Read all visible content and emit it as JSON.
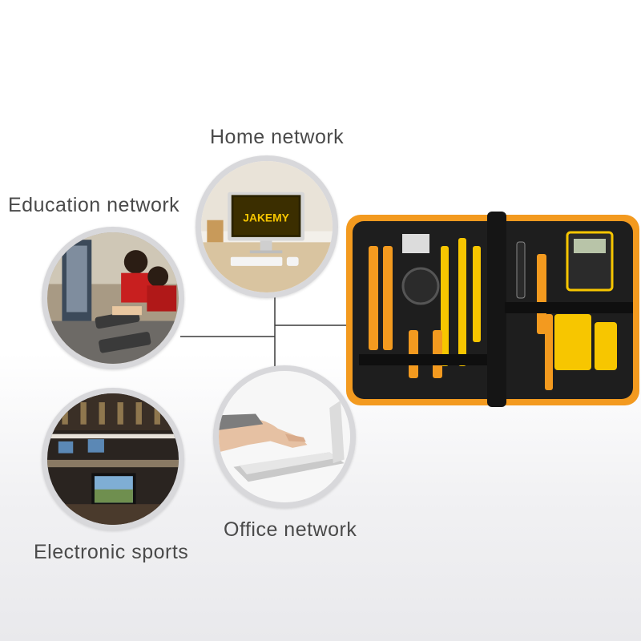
{
  "labels": {
    "home": "Home network",
    "education": "Education network",
    "esports": "Electronic sports",
    "office": "Office network"
  },
  "monitor_brand": "JAKEMY",
  "colors": {
    "text": "#4a4a4a",
    "circle_border": "#d8d8db",
    "connector": "#3a3a3a",
    "case_orange": "#f39a1f",
    "tool_yellow": "#f7c600",
    "case_black": "#1e1e1e"
  }
}
